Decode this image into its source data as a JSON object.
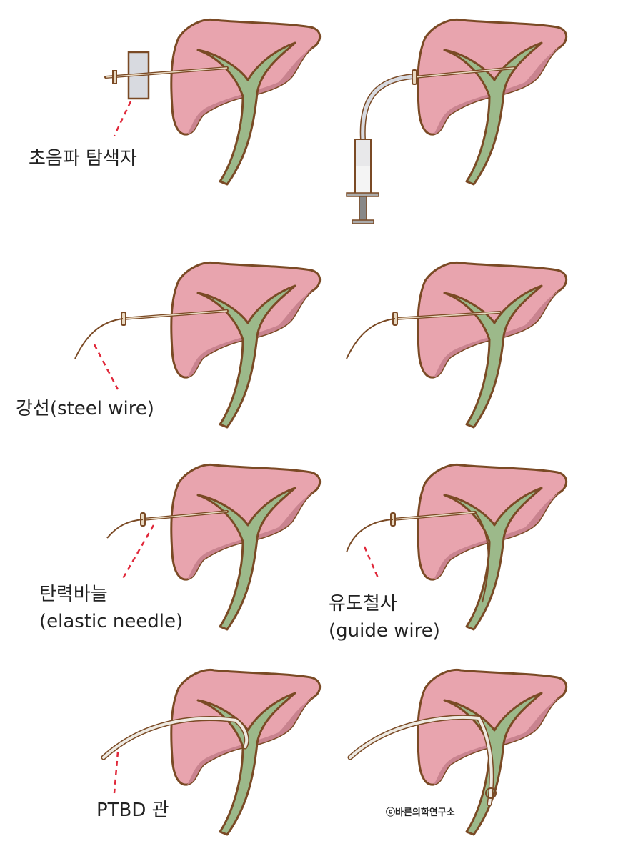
{
  "labels": {
    "ultrasound_probe": "초음파 탐색자",
    "steel_wire": "강선(steel wire)",
    "elastic_needle_ko": "탄력바늘",
    "elastic_needle_en": "(elastic needle)",
    "guide_wire_ko": "유도철사",
    "guide_wire_en": "(guide wire)",
    "ptbd_tube": "PTBD 관"
  },
  "copyright": "ⓒ바른의학연구소",
  "colors": {
    "liver": "#e8a4ae",
    "liver_shadow": "#c9838f",
    "outline": "#7a4a25",
    "bile_duct": "#9cb98a",
    "leader_line": "#e0283a"
  }
}
